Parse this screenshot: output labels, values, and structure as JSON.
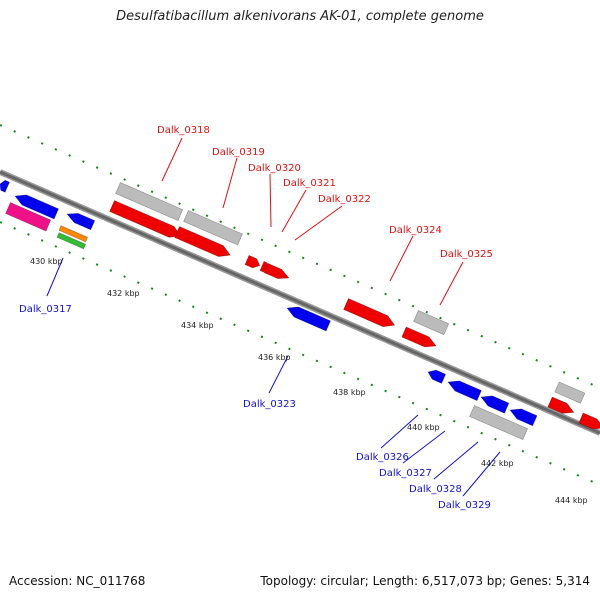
{
  "title": "Desulfatibacillum alkenivorans AK-01, complete genome",
  "footer": {
    "accession": "Accession: NC_011768",
    "summary": "Topology: circular; Length: 6,517,073 bp; Genes: 5,314"
  },
  "colors": {
    "forward_label": "#dd1111",
    "reverse_label": "#1111cc",
    "gene_red": "#ee0000",
    "gene_blue": "#0000ee",
    "gene_gray": "#bbbbbb",
    "gene_pink": "#ee1188",
    "gene_orange": "#ff8800",
    "gene_green": "#33bb33",
    "tick_green": "#118811",
    "backbone": "#777777"
  },
  "position_labels": [
    "430 kbp",
    "432 kbp",
    "434 kbp",
    "436 kbp",
    "438 kbp",
    "440 kbp",
    "442 kbp",
    "444 kbp"
  ],
  "forward_gene_labels": [
    "Dalk_0318",
    "Dalk_0319",
    "Dalk_0320",
    "Dalk_0321",
    "Dalk_0322",
    "Dalk_0324",
    "Dalk_0325"
  ],
  "reverse_gene_labels": [
    "Dalk_0317",
    "Dalk_0323",
    "Dalk_0326",
    "Dalk_0327",
    "Dalk_0328",
    "Dalk_0329"
  ]
}
